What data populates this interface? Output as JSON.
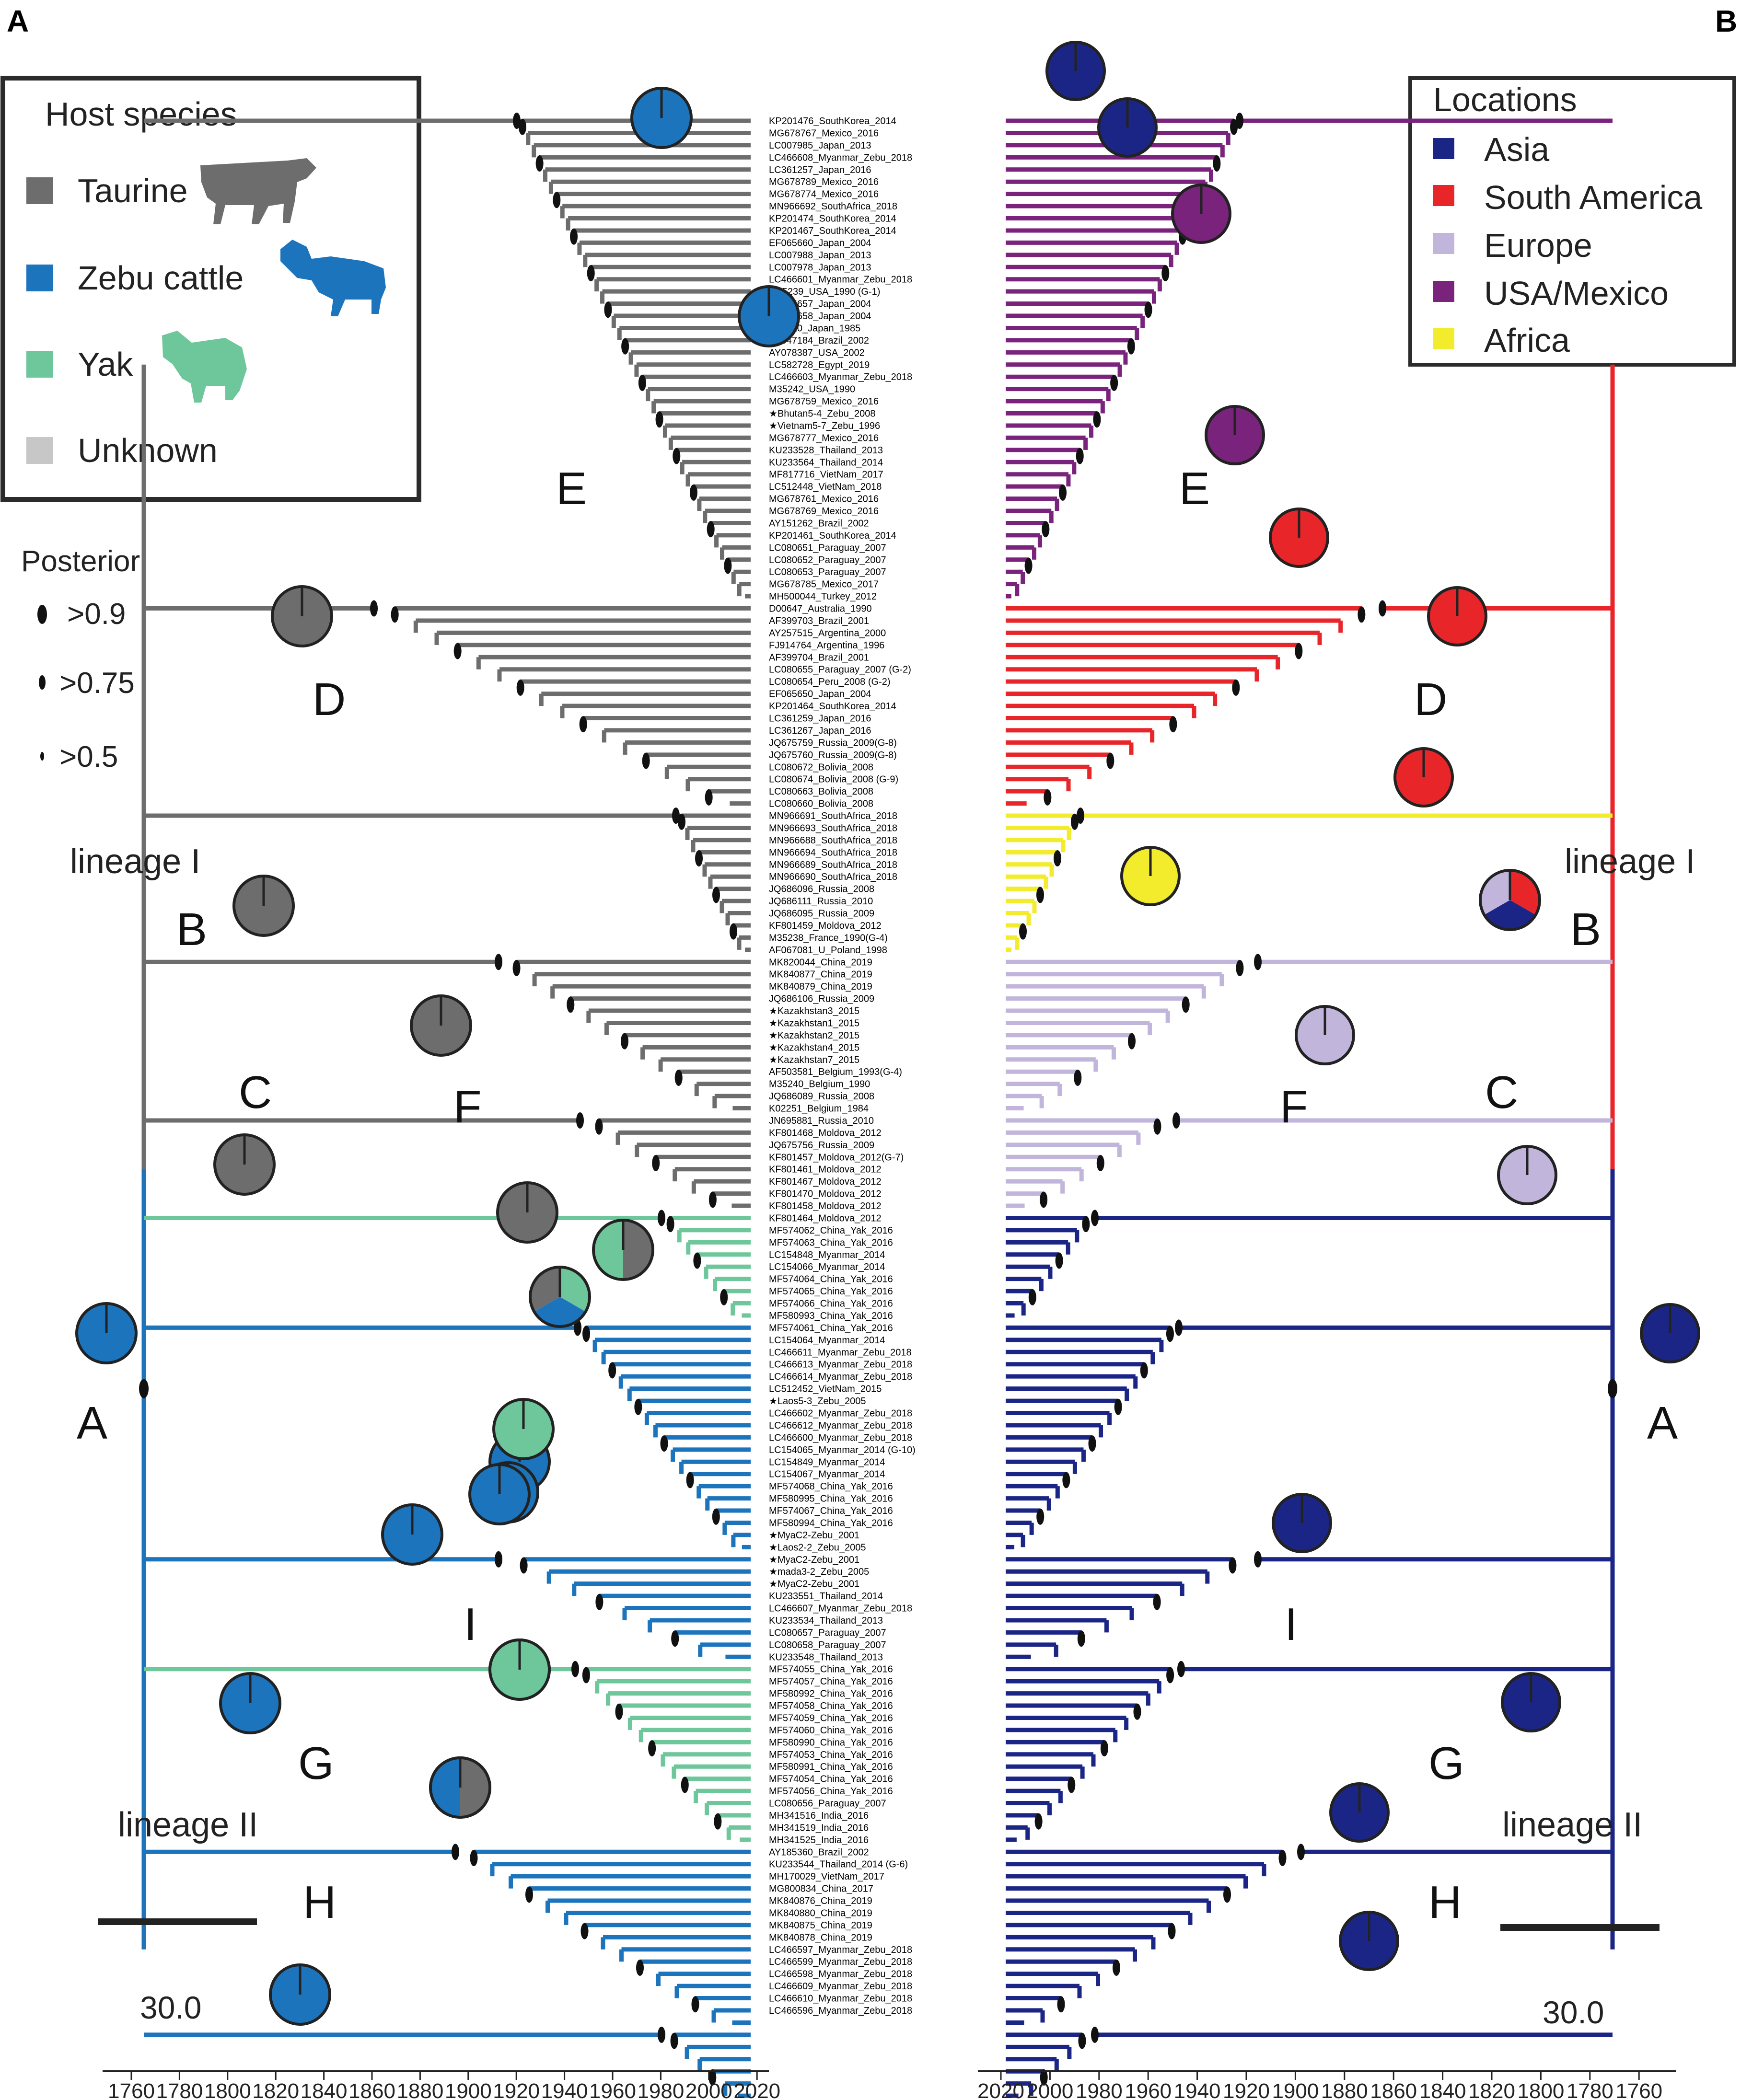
{
  "panels": {
    "left": "A",
    "right": "B"
  },
  "host_legend": {
    "title": "Host species",
    "items": [
      {
        "label": "Taurine",
        "color": "#6d6d6d",
        "icon": "cattle-icon"
      },
      {
        "label": "Zebu cattle",
        "color": "#1c74bc",
        "icon": "zebu-icon"
      },
      {
        "label": "Yak",
        "color": "#6ec69b",
        "icon": "yak-icon"
      },
      {
        "label": "Unknown",
        "color": "#c7c7c7"
      }
    ]
  },
  "location_legend": {
    "title": "Locations",
    "items": [
      {
        "label": "Asia",
        "color": "#1b2586"
      },
      {
        "label": "South America",
        "color": "#e8262a"
      },
      {
        "label": "Europe",
        "color": "#c2b5db"
      },
      {
        "label": "USA/Mexico",
        "color": "#7a237d"
      },
      {
        "label": "Africa",
        "color": "#f3ec2c"
      }
    ]
  },
  "posterior_legend": {
    "title": "Posterior",
    "items": [
      ">0.9",
      ">0.75",
      ">0.5"
    ]
  },
  "clade_labels": [
    "A",
    "B",
    "C",
    "D",
    "E",
    "F",
    "G",
    "H",
    "I"
  ],
  "lineage_labels": [
    "lineage I",
    "lineage II"
  ],
  "scale_bar": "30.0",
  "axis_left": [
    "1760",
    "1780",
    "1800",
    "1820",
    "1840",
    "1860",
    "1880",
    "1900",
    "1920",
    "1940",
    "1960",
    "1980",
    "2000",
    "2020"
  ],
  "axis_right": [
    "2020",
    "2000",
    "1980",
    "1960",
    "1940",
    "1920",
    "1900",
    "1880",
    "1860",
    "1840",
    "1820",
    "1800",
    "1780",
    "1760"
  ],
  "taxa": [
    "KP201476_SouthKorea_2014",
    "MG678767_Mexico_2016",
    "LC007985_Japan_2013",
    "LC466608_Myanmar_Zebu_2018",
    "LC361257_Japan_2016",
    "MG678789_Mexico_2016",
    "MG678774_Mexico_2016",
    "MN966692_SouthAfrica_2018",
    "KP201474_SouthKorea_2014",
    "KP201467_SouthKorea_2014",
    "EF065660_Japan_2004",
    "LC007988_Japan_2013",
    "LC007978_Japan_2013",
    "LC466601_Myanmar_Zebu_2018",
    "M35239_USA_1990 (G-1)",
    "EF065657_Japan_2004",
    "EF065658_Japan_2004",
    "D12120_Japan_1985",
    "AF547184_Brazil_2002",
    "AY078387_USA_2002",
    "LC582728_Egypt_2019",
    "LC466603_Myanmar_Zebu_2018",
    "M35242_USA_1990",
    "MG678759_Mexico_2016",
    "★Bhutan5-4_Zebu_2008",
    "★Vietnam5-7_Zebu_1996",
    "MG678777_Mexico_2016",
    "KU233528_Thailand_2013",
    "KU233564_Thailand_2014",
    "MF817716_VietNam_2017",
    "LC512448_VietNam_2018",
    "MG678761_Mexico_2016",
    "MG678769_Mexico_2016",
    "AY151262_Brazil_2002",
    "KP201461_SouthKorea_2014",
    "LC080651_Paraguay_2007",
    "LC080652_Paraguay_2007",
    "LC080653_Paraguay_2007",
    "MG678785_Mexico_2017",
    "MH500044_Turkey_2012",
    "D00647_Australia_1990",
    "AF399703_Brazil_2001",
    "AY257515_Argentina_2000",
    "FJ914764_Argentina_1996",
    "AF399704_Brazil_2001",
    "LC080655_Paraguay_2007 (G-2)",
    "LC080654_Peru_2008 (G-2)",
    "EF065650_Japan_2004",
    "KP201464_SouthKorea_2014",
    "LC361259_Japan_2016",
    "LC361267_Japan_2016",
    "JQ675759_Russia_2009(G-8)",
    "JQ675760_Russia_2009(G-8)",
    "LC080672_Bolivia_2008",
    "LC080674_Bolivia_2008 (G-9)",
    "LC080663_Bolivia_2008",
    "LC080660_Bolivia_2008",
    "MN966691_SouthAfrica_2018",
    "MN966693_SouthAfrica_2018",
    "MN966688_SouthAfrica_2018",
    "MN966694_SouthAfrica_2018",
    "MN966689_SouthAfrica_2018",
    "MN966690_SouthAfrica_2018",
    "JQ686096_Russia_2008",
    "JQ686111_Russia_2010",
    "JQ686095_Russia_2009",
    "KF801459_Moldova_2012",
    "M35238_France_1990(G-4)",
    "AF067081_U_Poland_1998",
    "MK820044_China_2019",
    "MK840877_China_2019",
    "MK840879_China_2019",
    "JQ686106_Russia_2009",
    "★Kazakhstan3_2015",
    "★Kazakhstan1_2015",
    "★Kazakhstan2_2015",
    "★Kazakhstan4_2015",
    "★Kazakhstan7_2015",
    "AF503581_Belgium_1993(G-4)",
    "M35240_Belgium_1990",
    "JQ686089_Russia_2008",
    "K02251_Belgium_1984",
    "JN695881_Russia_2010",
    "KF801468_Moldova_2012",
    "JQ675756_Russia_2009",
    "KF801457_Moldova_2012(G-7)",
    "KF801461_Moldova_2012",
    "KF801467_Moldova_2012",
    "KF801470_Moldova_2012",
    "KF801458_Moldova_2012",
    "KF801464_Moldova_2012",
    "MF574062_China_Yak_2016",
    "MF574063_China_Yak_2016",
    "LC154848_Myanmar_2014",
    "LC154066_Myanmar_2014",
    "MF574064_China_Yak_2016",
    "MF574065_China_Yak_2016",
    "MF574066_China_Yak_2016",
    "MF580993_China_Yak_2016",
    "MF574061_China_Yak_2016",
    "LC154064_Myanmar_2014",
    "LC466611_Myanmar_Zebu_2018",
    "LC466613_Myanmar_Zebu_2018",
    "LC466614_Myanmar_Zebu_2018",
    "LC512452_VietNam_2015",
    "★Laos5-3_Zebu_2005",
    "LC466602_Myanmar_Zebu_2018",
    "LC466612_Myanmar_Zebu_2018",
    "LC466600_Myanmar_Zebu_2018",
    "LC154065_Myanmar_2014 (G-10)",
    "LC154849_Myanmar_2014",
    "LC154067_Myanmar_2014",
    "MF574068_China_Yak_2016",
    "MF580995_China_Yak_2016",
    "MF574067_China_Yak_2016",
    "MF580994_China_Yak_2016",
    "★MyaC2-Zebu_2001",
    "★Laos2-2_Zebu_2005",
    "★MyaC2-Zebu_2001",
    "★mada3-2_Zebu_2005",
    "★MyaC2-Zebu_2001",
    "KU233551_Thailand_2014",
    "LC466607_Myanmar_Zebu_2018",
    "KU233534_Thailand_2013",
    "LC080657_Paraguay_2007",
    "LC080658_Paraguay_2007",
    "KU233548_Thailand_2013",
    "MF574055_China_Yak_2016",
    "MF574057_China_Yak_2016",
    "MF580992_China_Yak_2016",
    "MF574058_China_Yak_2016",
    "MF574059_China_Yak_2016",
    "MF574060_China_Yak_2016",
    "MF580990_China_Yak_2016",
    "MF574053_China_Yak_2016",
    "MF580991_China_Yak_2016",
    "MF574054_China_Yak_2016",
    "MF574056_China_Yak_2016",
    "LC080656_Paraguay_2007",
    "MH341516_India_2016",
    "MH341519_India_2016",
    "MH341525_India_2016",
    "AY185360_Brazil_2002",
    "KU233544_Thailand_2014 (G-6)",
    "MH170029_VietNam_2017",
    "MG800834_China_2017",
    "MK840876_China_2019",
    "MK840880_China_2019",
    "MK840875_China_2019",
    "MK840878_China_2019",
    "LC466597_Myanmar_Zebu_2018",
    "LC466599_Myanmar_Zebu_2018",
    "LC466598_Myanmar_Zebu_2018",
    "LC466609_Myanmar_Zebu_2018",
    "LC466610_Myanmar_Zebu_2018",
    "LC466596_Myanmar_Zebu_2018"
  ]
}
